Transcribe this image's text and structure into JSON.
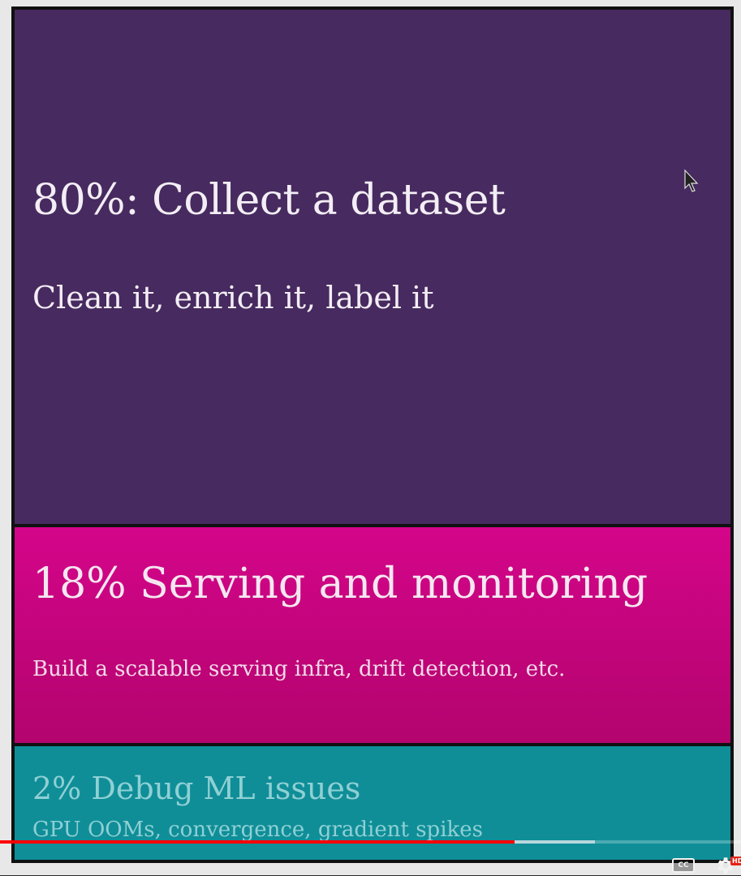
{
  "slide": {
    "block_a": {
      "title": "80%: Collect a dataset",
      "subtitle": "Clean it, enrich it, label it",
      "color": "#472a5f"
    },
    "block_b": {
      "title": "18% Serving and monitoring",
      "subtitle": "Build a scalable serving infra, drift detection, etc.",
      "color": "#c80480"
    },
    "block_c": {
      "title": "2% Debug ML issues",
      "subtitle": "GPU OOMs, convergence, gradient spikes",
      "color": "#0f8e98"
    }
  },
  "player": {
    "played_fraction": 0.694,
    "buffered_fraction": 0.803,
    "cc_label": "CC",
    "hd_badge": "HD",
    "icons": [
      "closed-captions-icon",
      "gear-icon",
      "mouse-cursor-icon"
    ]
  }
}
